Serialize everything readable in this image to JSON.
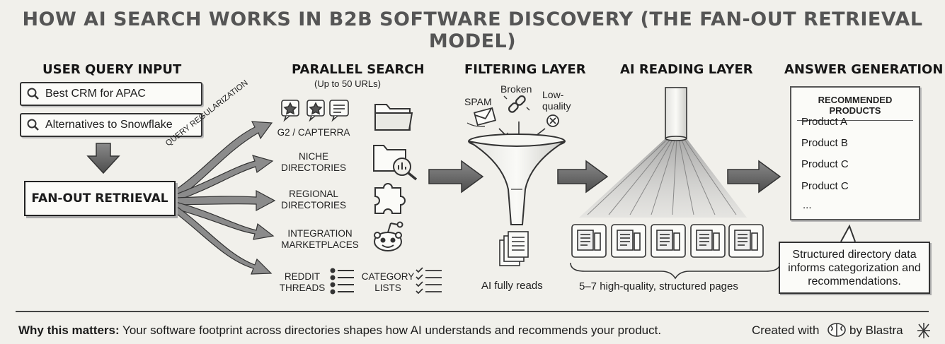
{
  "title": "HOW AI SEARCH WORKS IN B2B SOFTWARE DISCOVERY (THE FAN-OUT RETRIEVAL MODEL)",
  "user_query": {
    "heading": "USER QUERY INPUT",
    "queries": [
      "Best CRM for APAC",
      "Alternatives to Snowflake"
    ],
    "fanout_label": "FAN-OUT RETRIEVAL",
    "regularization_label": "QUERY REGULARIZATION"
  },
  "parallel_search": {
    "heading": "PARALLEL SEARCH",
    "subheading": "(Up to 50 URLs)",
    "sources": [
      {
        "label": "G2 / CAPTERRA"
      },
      {
        "label": "NICHE\nDIRECTORIES"
      },
      {
        "label": "REGIONAL\nDIRECTORIES"
      },
      {
        "label": "INTEGRATION\nMARKETPLACES"
      },
      {
        "label": "REDDIT\nTHREADS"
      },
      {
        "label": "CATEGORY\nLISTS"
      }
    ]
  },
  "filtering": {
    "heading": "FILTERING LAYER",
    "spam": "SPAM",
    "broken": "Broken",
    "low_quality": "Low-\nquality",
    "caption": "AI fully reads"
  },
  "reading": {
    "heading": "AI READING LAYER",
    "caption": "5–7 high-quality, structured pages"
  },
  "answer": {
    "heading": "ANSWER GENERATION",
    "panel_title": "RECOMMENDED PRODUCTS",
    "products": [
      {
        "name": "Product A"
      },
      {
        "name": "Product B"
      },
      {
        "name": "Product C"
      },
      {
        "name": "Product C"
      }
    ],
    "ellipsis": "...",
    "callout": "Structured directory data informs categorization and recommendations."
  },
  "footer": {
    "why_label": "Why this matters:",
    "why_text": " Your software footprint across directories shapes how AI understands and recommends your product.",
    "created_with": "Created with",
    "by": "by Blastra"
  },
  "colors": {
    "background": "#f1f0eb",
    "ink": "#1c1c1c",
    "arrow": "#6a6a6a"
  }
}
